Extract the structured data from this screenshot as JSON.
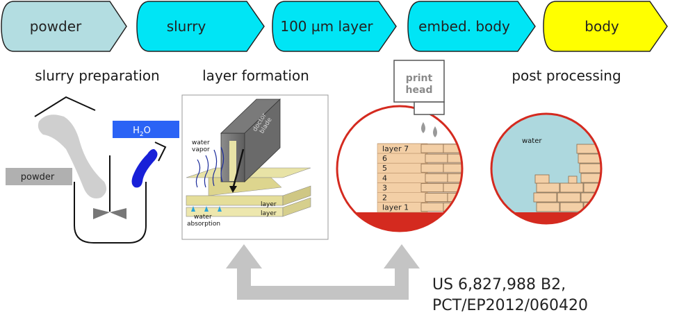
{
  "flow": {
    "steps": [
      {
        "label": "powder",
        "color": "#b3dde1"
      },
      {
        "label": "slurry",
        "color": "#00e5f5"
      },
      {
        "label": "100 µm layer",
        "color": "#00e5f5"
      },
      {
        "label": "embed. body",
        "color": "#00e5f5"
      },
      {
        "label": "body",
        "color": "#ffff00"
      }
    ]
  },
  "stages": {
    "slurry_preparation": "slurry preparation",
    "layer_formation": "layer formation",
    "post_processing": "post processing"
  },
  "slurry_panel": {
    "powder_tag": "powder",
    "water_tag_main": "H",
    "water_tag_sub": "2",
    "water_tag_end": "O"
  },
  "layer_panel": {
    "doctor_blade_1": "doctor",
    "doctor_blade_2": "blade",
    "water_vapor_1": "water",
    "water_vapor_2": "vapor",
    "layer_top": "layer",
    "layer_bottom": "layer",
    "water_absorption_1": "water",
    "water_absorption_2": "absorption"
  },
  "print_panel": {
    "print_head_1": "print",
    "print_head_2": "head",
    "layers": [
      "layer 7",
      "6",
      "5",
      "4",
      "3",
      "2",
      "layer 1"
    ]
  },
  "post_panel": {
    "water": "water"
  },
  "patents": {
    "line1": "US 6,827,988 B2,",
    "line2": "PCT/EP2012/060420"
  },
  "colors": {
    "brick": "#f3cfa6",
    "plate": "#d42a1f",
    "water_bg": "#add8de",
    "arrow": "#c4c4c4",
    "h2o_tag": "#2b63f5"
  }
}
